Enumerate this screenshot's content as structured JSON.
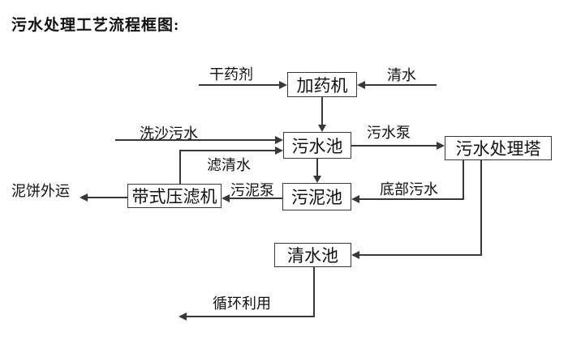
{
  "title": "污水处理工艺流程框图:",
  "colors": {
    "line": "#383838",
    "text": "#111111",
    "background": "#ffffff"
  },
  "nodes": {
    "dosing_machine": "加药机",
    "sewage_pool": "污水池",
    "treatment_tower": "污水处理塔",
    "belt_filter_press": "带式压滤机",
    "sludge_pool": "污泥池",
    "clean_water_pool": "清水池"
  },
  "labels": {
    "dry_chemical": "干药剂",
    "clean_water": "清水",
    "sand_washing_sewage": "洗沙污水",
    "filtered_water": "滤清水",
    "sewage_pump": "污水泵",
    "sludge_pump": "污泥泵",
    "mud_cake_out": "泥饼外运",
    "bottom_sewage": "底部污水",
    "recycling": "循环利用"
  },
  "flows": [
    {
      "from": "干药剂",
      "to": "加药机"
    },
    {
      "from": "清水",
      "to": "加药机"
    },
    {
      "from": "加药机",
      "to": "污水池"
    },
    {
      "from": "洗沙污水",
      "to": "污水池"
    },
    {
      "from": "带式压滤机",
      "to": "污水池",
      "label": "滤清水"
    },
    {
      "from": "污水池",
      "to": "污水处理塔",
      "label": "污水泵"
    },
    {
      "from": "污水池",
      "to": "污泥池"
    },
    {
      "from": "污水处理塔",
      "to": "污泥池",
      "label": "底部污水"
    },
    {
      "from": "污泥池",
      "to": "带式压滤机",
      "label": "污泥泵"
    },
    {
      "from": "带式压滤机",
      "to": "泥饼外运"
    },
    {
      "from": "污水处理塔",
      "to": "清水池"
    },
    {
      "from": "清水池",
      "to": "循环利用"
    }
  ]
}
